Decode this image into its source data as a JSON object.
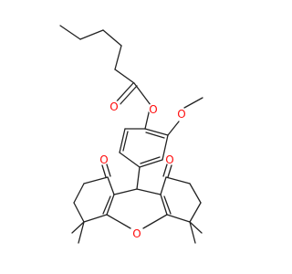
{
  "molecule": {
    "atoms": {
      "o_ester_carbonyl": {
        "symbol": "O",
        "color": "#ff0d0d"
      },
      "o_ester_link": {
        "symbol": "O",
        "color": "#ff0d0d"
      },
      "o_methoxy": {
        "symbol": "O",
        "color": "#ff0d0d"
      },
      "o_ketone_left": {
        "symbol": "O",
        "color": "#ff0d0d"
      },
      "o_ketone_right": {
        "symbol": "O",
        "color": "#ff0d0d"
      },
      "o_pyran": {
        "symbol": "O",
        "color": "#ff0d0d"
      }
    },
    "bond_color": "#222222"
  }
}
